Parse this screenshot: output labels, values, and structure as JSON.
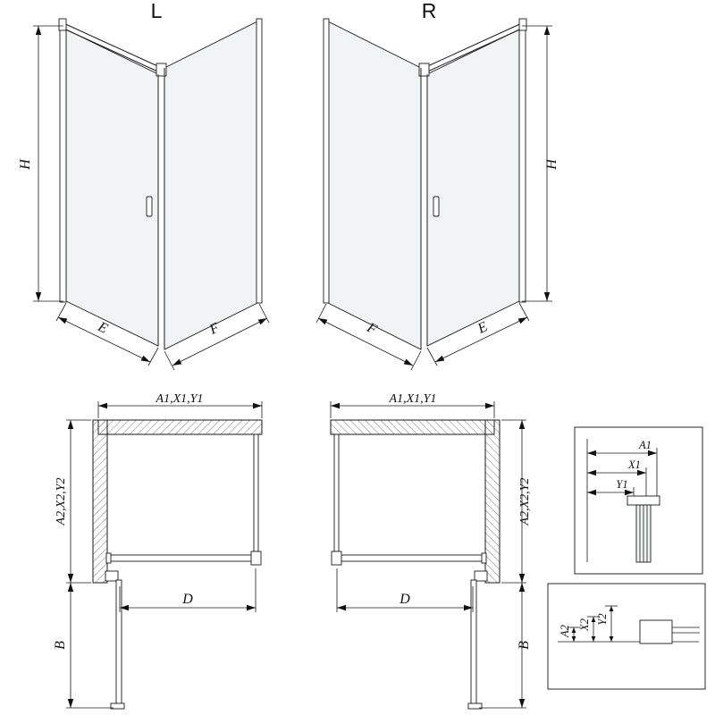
{
  "drawing": {
    "iso_left": {
      "variant_label": "L",
      "dims": {
        "height": "H",
        "door_side": "E",
        "fixed_side": "F"
      }
    },
    "iso_right": {
      "variant_label": "R",
      "dims": {
        "height": "H",
        "door_side": "E",
        "fixed_side": "F"
      }
    },
    "plan": {
      "dims": {
        "width_group": "A1,X1,Y1",
        "depth_group": "A2,X2,Y2",
        "door_opening": "D",
        "door_projection": "B"
      }
    },
    "detail_width": {
      "dims": {
        "d1": "A1",
        "d2": "X1",
        "d3": "Y1"
      }
    },
    "detail_depth": {
      "dims": {
        "d1": "A2",
        "d2": "X2",
        "d3": "Y2"
      }
    }
  },
  "colors": {
    "line": "#1a1a1a",
    "glass_fill": "#edf1f1",
    "hatch": "#707070",
    "background": "#ffffff"
  }
}
